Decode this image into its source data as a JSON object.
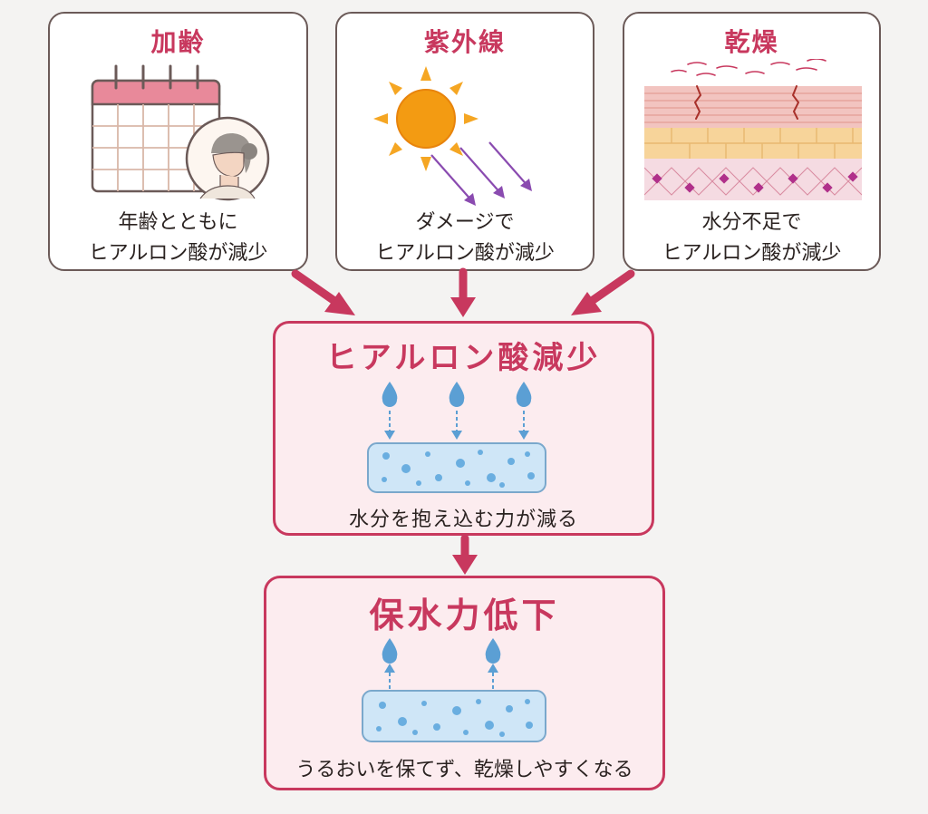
{
  "causes": [
    {
      "title": "加齢",
      "caption_lines": [
        "年齢とともに",
        "ヒアルロン酸が減少"
      ]
    },
    {
      "title": "紫外線",
      "caption_lines": [
        "ダメージで",
        "ヒアルロン酸が減少"
      ]
    },
    {
      "title": "乾燥",
      "caption_lines": [
        "水分不足で",
        "ヒアルロン酸が減少"
      ]
    }
  ],
  "reduction": {
    "title": "ヒアルロン酸減少",
    "caption": "水分を抱え込む力が減る"
  },
  "result": {
    "title": "保水力低下",
    "caption": "うるおいを保てず、乾燥しやすくなる"
  },
  "colors": {
    "accent": "#c8385e",
    "card_border": "#6b5a58",
    "box_fill": "#fcecef",
    "water": "#5b9fd4"
  },
  "icons": [
    "calendar-icon",
    "elderly-woman-icon",
    "sun-icon",
    "uv-ray-arrows-icon",
    "skin-cross-section-icon",
    "water-drop-icon",
    "hyaluronic-sponge-icon"
  ]
}
